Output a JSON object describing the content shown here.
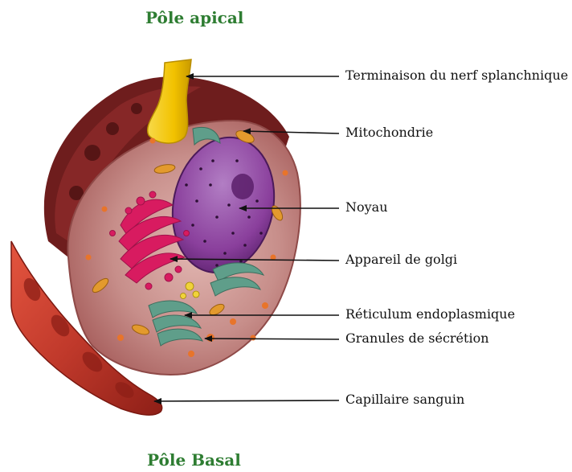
{
  "poles": {
    "apical": "Pôle apical",
    "basal": "Pôle Basal"
  },
  "labels": [
    "Terminaison du nerf splanchnique",
    "Mitochondrie",
    "Noyau",
    "Appareil de golgi",
    "Réticulum endoplasmique",
    "Granules de sécrétion",
    "Capillaire sanguin"
  ],
  "colors": {
    "pole_title": "#2e7d32",
    "cell_body": "#b77a78",
    "cell_dark_rim": "#6e1d1d",
    "nucleus": "#8a3f9c",
    "nerve_ending": "#f2c200",
    "golgi": "#d81b60",
    "reticulum": "#5f9e8a",
    "capillary": "#c0392b",
    "mitochondria": "#e39a2d"
  }
}
